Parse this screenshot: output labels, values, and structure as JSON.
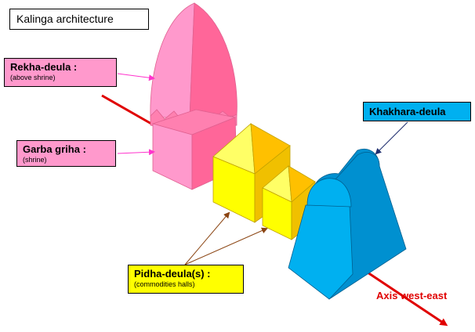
{
  "title": "Kalinga architecture",
  "labels": {
    "rekha": {
      "name": "Rekha-deula :",
      "note": "(above shrine)"
    },
    "garba": {
      "name": "Garba griha :",
      "note": "(shrine)"
    },
    "khakhara": {
      "name": "Khakhara-deula"
    },
    "pidha": {
      "name": "Pidha-deula(s) :",
      "note": "(commodities halls)"
    },
    "axis": {
      "name": "Axis west-east"
    }
  },
  "colors": {
    "pink_light": "#ff99cc",
    "pink_dark": "#ff6699",
    "pink_mid": "#ff80b0",
    "yellow": "#ffff00",
    "yellow_dark": "#f0c000",
    "orange": "#ffc000",
    "blue": "#00b0f0",
    "blue_dark": "#0090d0",
    "axis_red": "#e00000"
  }
}
